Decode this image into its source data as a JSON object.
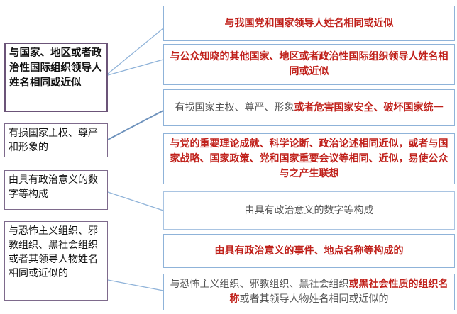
{
  "left_boxes": [
    "与国家、地区或者政治性国际组织领导人姓名相同或近似",
    "有损国家主权、尊严和形象的",
    "由具有政治意义的数字等构成",
    "与恐怖主义组织、邪教组织、黑社会组织或者其领导人物姓名相同或近似的"
  ],
  "right_boxes": {
    "r1": "与我国党和国家领导人姓名相同或近似",
    "r2": "与公众知晓的其他国家、地区或者政治性国际组织领导人姓名相同或近似",
    "r3_plain": "有损国家主权、尊严、形象",
    "r3_red": "或者危害国家安全、破坏国家统一",
    "r4": "与党的重要理论成就、科学论断、政治论述相同近似，或者与国家战略、国家政策、党和国家重要会议等相同、近似，易使公众与之产生联想",
    "r5": "由具有政治意义的数字等构成",
    "r6": "由具有政治意义的事件、地点名称等构成的",
    "r7_a": "与恐怖主义组织、邪教组织、黑社会组织",
    "r7_b": "或黑社会性质的组织名称",
    "r7_c": "或者其领导人物姓名相同或近似的"
  },
  "colors": {
    "red_text": "#c0211b",
    "gray_text": "#555555",
    "left_border": "#7e6a8c",
    "right_border": "#8fb3d9",
    "connector": "#8fb3d9"
  }
}
